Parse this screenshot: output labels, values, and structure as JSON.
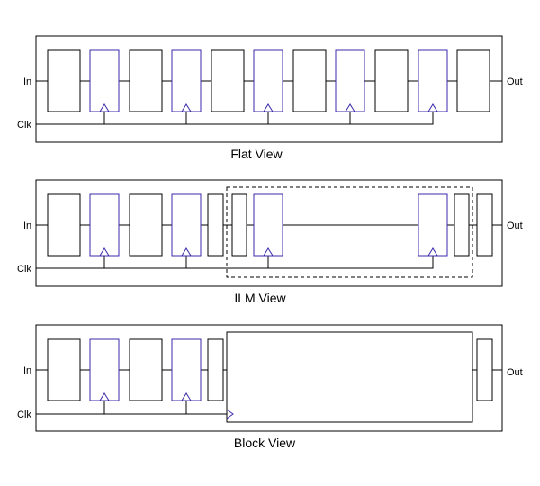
{
  "labels": {
    "input": "In",
    "output": "Out",
    "clock": "Clk"
  },
  "views": {
    "flat": {
      "caption": "Flat View"
    },
    "ilm": {
      "caption": "ILM View"
    },
    "block": {
      "caption": "Block View"
    }
  }
}
